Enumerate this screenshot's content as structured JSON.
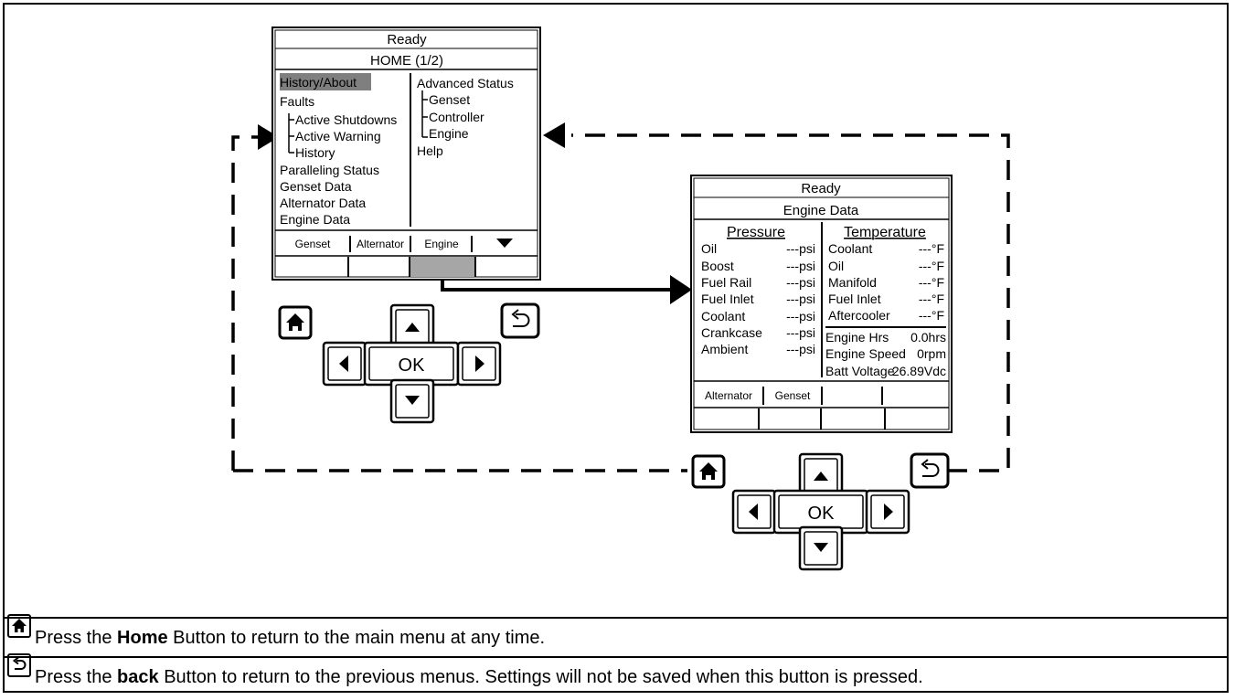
{
  "screen1": {
    "status": "Ready",
    "title": "HOME (1/2)",
    "left_menu": [
      {
        "label": "History/About",
        "selected": true
      },
      {
        "label": "Faults"
      },
      {
        "label": "Active Shutdowns",
        "tree": true
      },
      {
        "label": "Active Warning",
        "tree": true
      },
      {
        "label": "History",
        "tree": true
      },
      {
        "label": "Paralleling Status"
      },
      {
        "label": "Genset Data"
      },
      {
        "label": "Alternator Data"
      },
      {
        "label": "Engine Data"
      }
    ],
    "right_menu": [
      {
        "label": "Advanced Status"
      },
      {
        "label": "Genset",
        "tree": true
      },
      {
        "label": "Controller",
        "tree": true
      },
      {
        "label": "Engine",
        "tree": true
      },
      {
        "label": "Help"
      }
    ],
    "softkeys": [
      "Genset",
      "Alternator",
      "Engine",
      "▼"
    ],
    "highlighted_key": "Engine"
  },
  "screen2": {
    "status": "Ready",
    "title": "Engine Data",
    "pressure_header": "Pressure",
    "temperature_header": "Temperature",
    "pressure": [
      {
        "label": "Oil",
        "value": "---psi"
      },
      {
        "label": "Boost",
        "value": "---psi"
      },
      {
        "label": "Fuel Rail",
        "value": "---psi"
      },
      {
        "label": "Fuel Inlet",
        "value": "---psi"
      },
      {
        "label": "Coolant",
        "value": "---psi"
      },
      {
        "label": "Crankcase",
        "value": "---psi"
      },
      {
        "label": "Ambient",
        "value": "---psi"
      }
    ],
    "temperature": [
      {
        "label": "Coolant",
        "value": "---°F"
      },
      {
        "label": "Oil",
        "value": "---°F"
      },
      {
        "label": "Manifold",
        "value": "---°F"
      },
      {
        "label": "Fuel Inlet",
        "value": "---°F"
      },
      {
        "label": "Aftercooler",
        "value": "---°F"
      }
    ],
    "stats": [
      {
        "label": "Engine Hrs",
        "value": "0.0hrs"
      },
      {
        "label": "Engine Speed",
        "value": "0rpm"
      },
      {
        "label": "Batt Voltage",
        "value": "26.89Vdc"
      }
    ],
    "softkeys": [
      "Alternator",
      "Genset",
      "",
      ""
    ]
  },
  "keypad": {
    "ok_label": "OK",
    "home_icon": "home-icon",
    "back_icon": "back-icon"
  },
  "captions": {
    "home": {
      "before": "Press the ",
      "bold": "Home",
      "after": " Button to return to the main menu at any time."
    },
    "back": {
      "before": "Press the ",
      "bold": "back",
      "after": " Button to return to the previous menus. Settings will not be saved when this button is pressed."
    }
  }
}
